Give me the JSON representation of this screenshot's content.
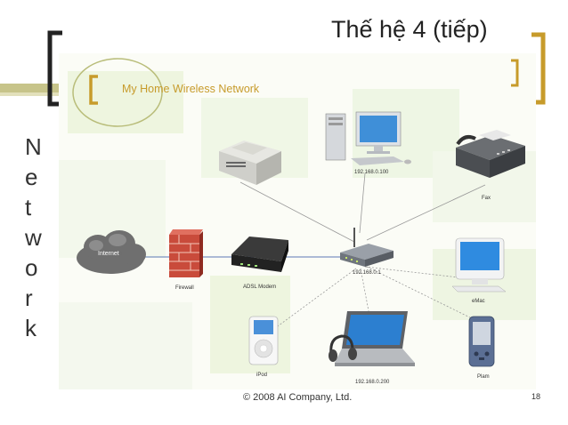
{
  "slide": {
    "title": "Thế hệ 4 (tiếp)",
    "footer": "© 2008 AI Company, Ltd.",
    "page_number": "18",
    "background_letters": [
      "N",
      "e",
      "t",
      "w",
      "o",
      "r",
      "k"
    ]
  },
  "diagram": {
    "title": "My Home Wireless Network",
    "labels": {
      "internet": "Internet",
      "firewall": "Firewall",
      "modem": "ADSL Modem",
      "router_ip": "192.168.0.1",
      "pc_ip": "192.168.0.100",
      "fax": "Fax",
      "emac": "eMac",
      "ipod": "iPod",
      "laptop_ip": "192.168.0.200",
      "palm": "Plam"
    }
  },
  "colors": {
    "accent_gold": "#c79b2b",
    "olive": "#c7c48a",
    "text": "#222222"
  }
}
